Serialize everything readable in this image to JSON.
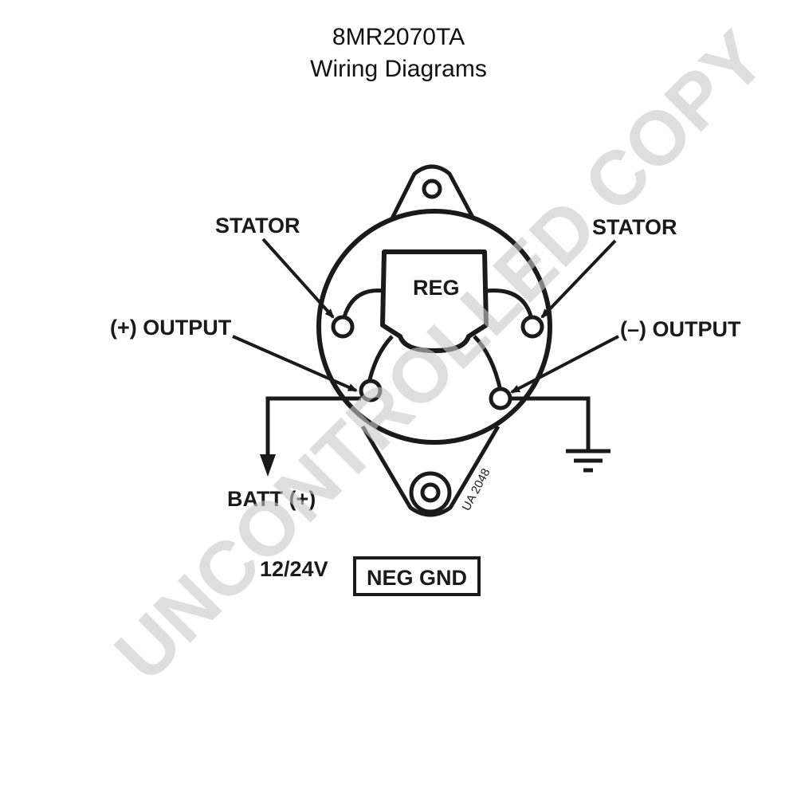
{
  "title": "8MR2070TA",
  "subtitle": "Wiring Diagrams",
  "labels": {
    "stator_left": "STATOR",
    "stator_right": "STATOR",
    "pos_output": "(+) OUTPUT",
    "neg_output": "(–) OUTPUT",
    "reg": "REG",
    "batt": "BATT (+)",
    "voltage": "12/24V",
    "ground_type": "NEG GND",
    "drawing_no": "UA 2048"
  },
  "watermark": "UNCONTROLLED COPY",
  "colors": {
    "ink": "#1a1a1a",
    "watermark": "#c8c8c8"
  }
}
